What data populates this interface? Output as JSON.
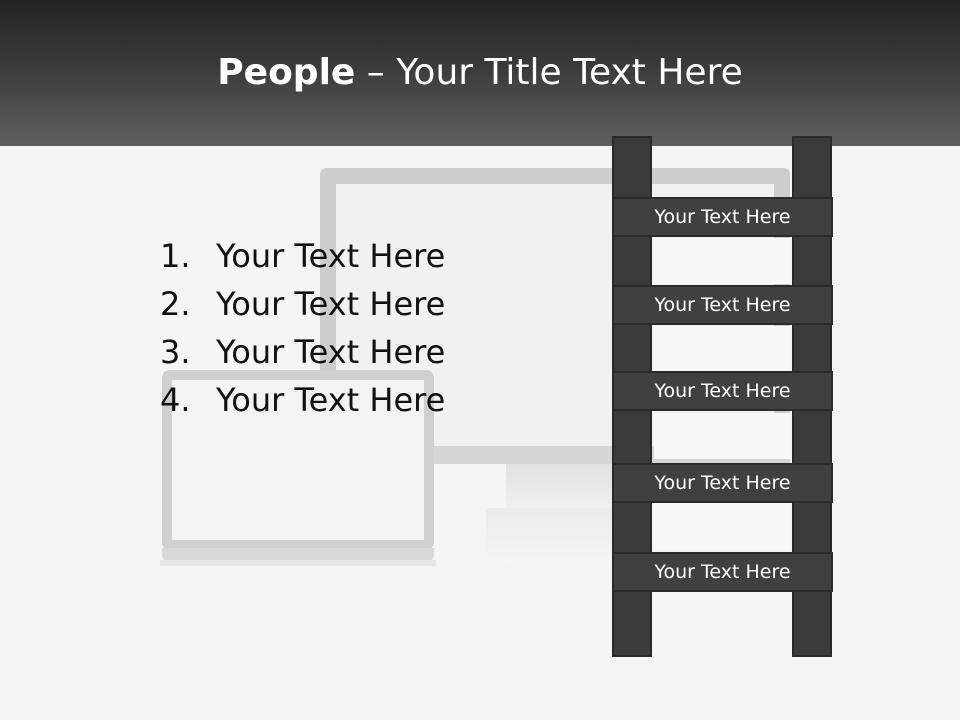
{
  "header": {
    "title_bold": "People",
    "title_rest": " – Your Title Text Here"
  },
  "list": {
    "items": [
      {
        "num": "1.",
        "text": "Your Text Here"
      },
      {
        "num": "2.",
        "text": "Your Text Here"
      },
      {
        "num": "3.",
        "text": "Your Text Here"
      },
      {
        "num": "4.",
        "text": "Your Text Here"
      }
    ]
  },
  "ladder": {
    "rungs": [
      "Your Text Here",
      "Your Text Here",
      "Your Text Here",
      "Your Text Here",
      "Your Text Here"
    ]
  },
  "colors": {
    "header_dark": "#232323",
    "header_light": "#5f5f5f",
    "ladder": "#3b3b3b",
    "background": "#f4f4f4"
  }
}
